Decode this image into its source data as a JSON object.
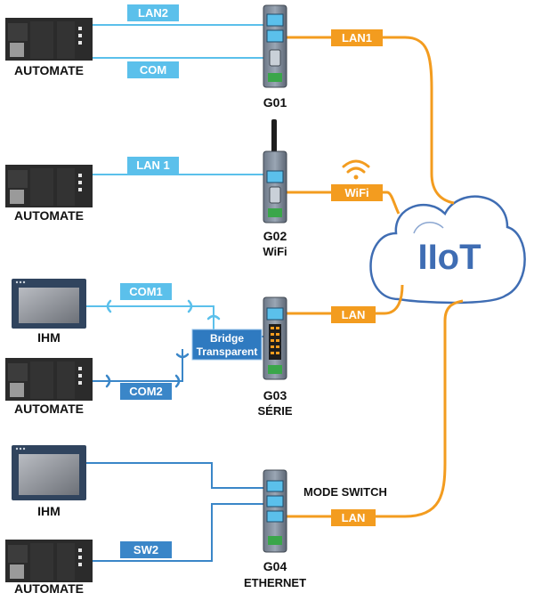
{
  "cloud": {
    "label": "IIoT"
  },
  "gateways": [
    {
      "id": "G01",
      "sub": ""
    },
    {
      "id": "G02",
      "sub": "WiFi"
    },
    {
      "id": "G03",
      "sub": "SÉRIE"
    },
    {
      "id": "G04",
      "sub": "ETHERNET"
    }
  ],
  "devices": {
    "automate_1": "AUTOMATE",
    "automate_2": "AUTOMATE",
    "ihm_3": "IHM",
    "automate_3": "AUTOMATE",
    "ihm_4": "IHM",
    "automate_4": "AUTOMATE"
  },
  "links": {
    "g01_lan2": "LAN2",
    "g01_com": "COM",
    "g01_lan1": "LAN1",
    "g02_lan1": "LAN 1",
    "g02_wifi": "WiFi",
    "g03_com1": "COM1",
    "g03_com2": "COM2",
    "g03_lan": "LAN",
    "g04_sw2": "SW2",
    "g04_lan": "LAN"
  },
  "bridge": {
    "line1": "Bridge",
    "line2": "Transparent"
  },
  "mode_switch": "MODE SWITCH",
  "colors": {
    "lan_blue": "#5bc0eb",
    "com_blue": "#3a86c8",
    "orange": "#f39c1f",
    "cloud_stroke": "#3f6db3",
    "device_dark": "#2b2b2b"
  }
}
